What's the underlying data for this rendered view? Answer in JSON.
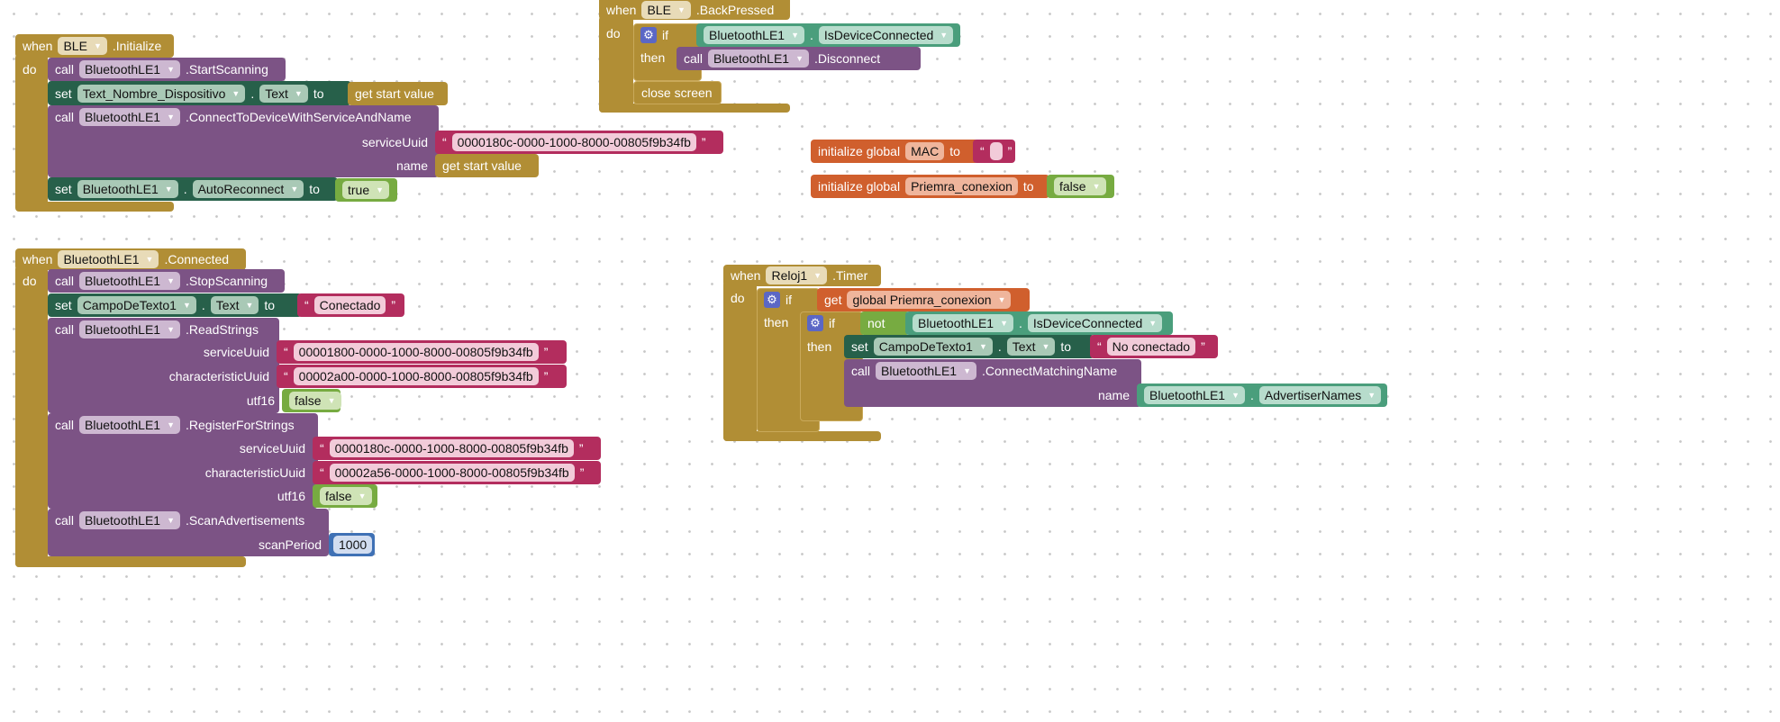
{
  "init": {
    "when": "when",
    "component": "BLE",
    "event": ".Initialize",
    "do": "do",
    "start_scan": {
      "call": "call",
      "component": "BluetoothLE1",
      "method": ".StartScanning"
    },
    "set_name": {
      "set": "set",
      "component": "Text_Nombre_Dispositivo",
      "dot": ".",
      "property": "Text",
      "to": "to",
      "value": "get start value"
    },
    "connect": {
      "call": "call",
      "component": "BluetoothLE1",
      "method": ".ConnectToDeviceWithServiceAndName",
      "arg1": "serviceUuid",
      "val1": "0000180c-0000-1000-8000-00805f9b34fb",
      "arg2": "name",
      "val2": "get start value"
    },
    "set_auto": {
      "set": "set",
      "component": "BluetoothLE1",
      "dot": ".",
      "property": "AutoReconnect",
      "to": "to",
      "value": "true"
    }
  },
  "back": {
    "when": "when",
    "component": "BLE",
    "event": ".BackPressed",
    "do": "do",
    "if": "if",
    "then": "then",
    "cond": {
      "component": "BluetoothLE1",
      "dot": ".",
      "property": "IsDeviceConnected"
    },
    "disconnect": {
      "call": "call",
      "component": "BluetoothLE1",
      "method": ".Disconnect"
    },
    "close": "close screen"
  },
  "globals": [
    {
      "label": "initialize global",
      "name": "MAC",
      "to": "to",
      "value": ""
    },
    {
      "label": "initialize global",
      "name": "Priemra_conexion",
      "to": "to",
      "value": "false"
    }
  ],
  "connected": {
    "when": "when",
    "component": "BluetoothLE1",
    "event": ".Connected",
    "do": "do",
    "stop": {
      "call": "call",
      "component": "BluetoothLE1",
      "method": ".StopScanning"
    },
    "set_text": {
      "set": "set",
      "component": "CampoDeTexto1",
      "dot": ".",
      "property": "Text",
      "to": "to",
      "value": "Conectado"
    },
    "read": {
      "call": "call",
      "component": "BluetoothLE1",
      "method": ".ReadStrings",
      "arg1": "serviceUuid",
      "val1": "00001800-0000-1000-8000-00805f9b34fb",
      "arg2": "characteristicUuid",
      "val2": "00002a00-0000-1000-8000-00805f9b34fb",
      "arg3": "utf16",
      "val3": "false"
    },
    "register": {
      "call": "call",
      "component": "BluetoothLE1",
      "method": ".RegisterForStrings",
      "arg1": "serviceUuid",
      "val1": "0000180c-0000-1000-8000-00805f9b34fb",
      "arg2": "characteristicUuid",
      "val2": "00002a56-0000-1000-8000-00805f9b34fb",
      "arg3": "utf16",
      "val3": "false"
    },
    "scan": {
      "call": "call",
      "component": "BluetoothLE1",
      "method": ".ScanAdvertisements",
      "arg1": "scanPeriod",
      "val1": "1000"
    }
  },
  "timer": {
    "when": "when",
    "component": "Reloj1",
    "event": ".Timer",
    "do": "do",
    "if": "if",
    "then": "then",
    "get": "get",
    "var": "global Priemra_conexion",
    "not": "not",
    "cond": {
      "component": "BluetoothLE1",
      "dot": ".",
      "property": "IsDeviceConnected"
    },
    "set_text": {
      "set": "set",
      "component": "CampoDeTexto1",
      "dot": ".",
      "property": "Text",
      "to": "to",
      "value": "No conectado"
    },
    "connect": {
      "call": "call",
      "component": "BluetoothLE1",
      "method": ".ConnectMatchingName",
      "arg1": "name",
      "component2": "BluetoothLE1",
      "dot": ".",
      "property": "AdvertiserNames"
    }
  }
}
